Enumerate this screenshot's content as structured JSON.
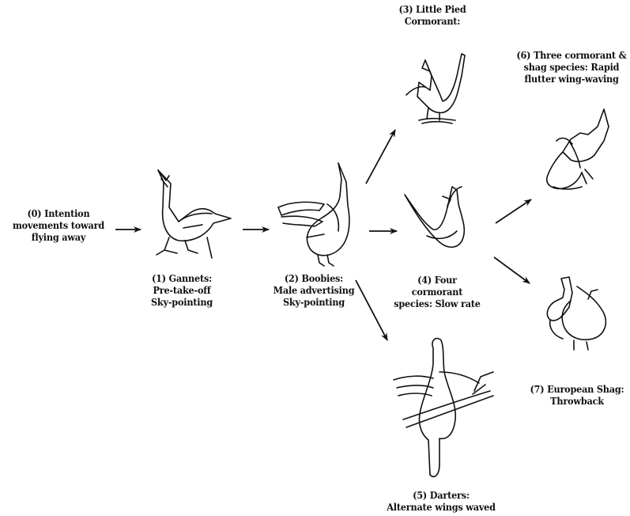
{
  "nodes": [
    {
      "id": "n0",
      "lines": [
        "(0) Intention",
        "movements toward",
        "flying away"
      ]
    },
    {
      "id": "n1",
      "lines": [
        "(1) Gannets:",
        "Pre-take-off",
        "Sky-pointing"
      ]
    },
    {
      "id": "n2",
      "lines": [
        "(2) Boobies:",
        "Male advertising",
        "Sky-pointing"
      ]
    },
    {
      "id": "n3",
      "lines": [
        "(3) Little Pied",
        "Cormorant:"
      ]
    },
    {
      "id": "n4",
      "lines": [
        "(4) Four",
        "cormorant",
        "species: Slow rate"
      ]
    },
    {
      "id": "n5",
      "lines": [
        "(5) Darters:",
        "Alternate wings waved"
      ]
    },
    {
      "id": "n6",
      "lines": [
        "(6) Three cormorant &",
        "shag species: Rapid",
        "flutter wing-waving"
      ]
    },
    {
      "id": "n7",
      "lines": [
        "(7) European Shag:",
        "Throwback"
      ]
    }
  ],
  "edges": [
    {
      "from": "n0",
      "to": "n1"
    },
    {
      "from": "n1",
      "to": "n2"
    },
    {
      "from": "n2",
      "to": "n3"
    },
    {
      "from": "n2",
      "to": "n4"
    },
    {
      "from": "n2",
      "to": "n5"
    },
    {
      "from": "n4",
      "to": "n6"
    },
    {
      "from": "n4",
      "to": "n7"
    }
  ],
  "illustrations": [
    "gannet-sky-pointing-drawing",
    "booby-sky-pointing-drawing",
    "little-pied-cormorant-drawing",
    "cormorant-slow-wing-drawing",
    "darter-wing-waving-drawing",
    "cormorant-rapid-flutter-drawing",
    "european-shag-throwback-drawing"
  ]
}
